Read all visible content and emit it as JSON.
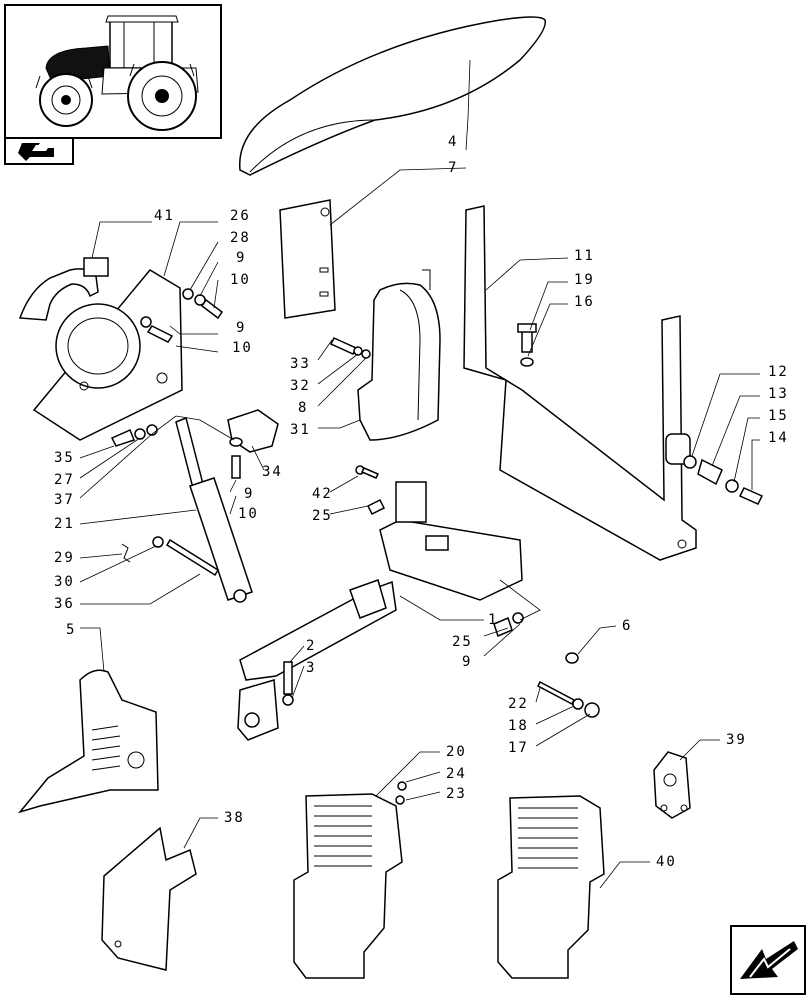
{
  "callouts": [
    {
      "id": "c4",
      "text": "4"
    },
    {
      "id": "c7",
      "text": "7"
    },
    {
      "id": "c41",
      "text": "41"
    },
    {
      "id": "c26",
      "text": "26"
    },
    {
      "id": "c28",
      "text": "28"
    },
    {
      "id": "c9a",
      "text": "9"
    },
    {
      "id": "c10a",
      "text": "10"
    },
    {
      "id": "c9b",
      "text": "9"
    },
    {
      "id": "c10b",
      "text": "10"
    },
    {
      "id": "c11",
      "text": "11"
    },
    {
      "id": "c19",
      "text": "19"
    },
    {
      "id": "c16",
      "text": "16"
    },
    {
      "id": "c33",
      "text": "33"
    },
    {
      "id": "c32",
      "text": "32"
    },
    {
      "id": "c8",
      "text": "8"
    },
    {
      "id": "c31",
      "text": "31"
    },
    {
      "id": "c12",
      "text": "12"
    },
    {
      "id": "c13",
      "text": "13"
    },
    {
      "id": "c15",
      "text": "15"
    },
    {
      "id": "c14",
      "text": "14"
    },
    {
      "id": "c35",
      "text": "35"
    },
    {
      "id": "c27",
      "text": "27"
    },
    {
      "id": "c37",
      "text": "37"
    },
    {
      "id": "c34",
      "text": "34"
    },
    {
      "id": "c9c",
      "text": "9"
    },
    {
      "id": "c10c",
      "text": "10"
    },
    {
      "id": "c42",
      "text": "42"
    },
    {
      "id": "c25a",
      "text": "25"
    },
    {
      "id": "c21",
      "text": "21"
    },
    {
      "id": "c29",
      "text": "29"
    },
    {
      "id": "c30",
      "text": "30"
    },
    {
      "id": "c36",
      "text": "36"
    },
    {
      "id": "c1",
      "text": "1"
    },
    {
      "id": "c25b",
      "text": "25"
    },
    {
      "id": "c9d",
      "text": "9"
    },
    {
      "id": "c5",
      "text": "5"
    },
    {
      "id": "c2",
      "text": "2"
    },
    {
      "id": "c3",
      "text": "3"
    },
    {
      "id": "c6",
      "text": "6"
    },
    {
      "id": "c22",
      "text": "22"
    },
    {
      "id": "c18",
      "text": "18"
    },
    {
      "id": "c17",
      "text": "17"
    },
    {
      "id": "c20",
      "text": "20"
    },
    {
      "id": "c24",
      "text": "24"
    },
    {
      "id": "c23",
      "text": "23"
    },
    {
      "id": "c39",
      "text": "39"
    },
    {
      "id": "c38",
      "text": "38"
    },
    {
      "id": "c40",
      "text": "40"
    }
  ],
  "icons": {
    "thumbnail": "tractor-overview-icon",
    "top_nav": "previous-page-icon",
    "bottom_nav": "next-page-arrow-icon"
  }
}
